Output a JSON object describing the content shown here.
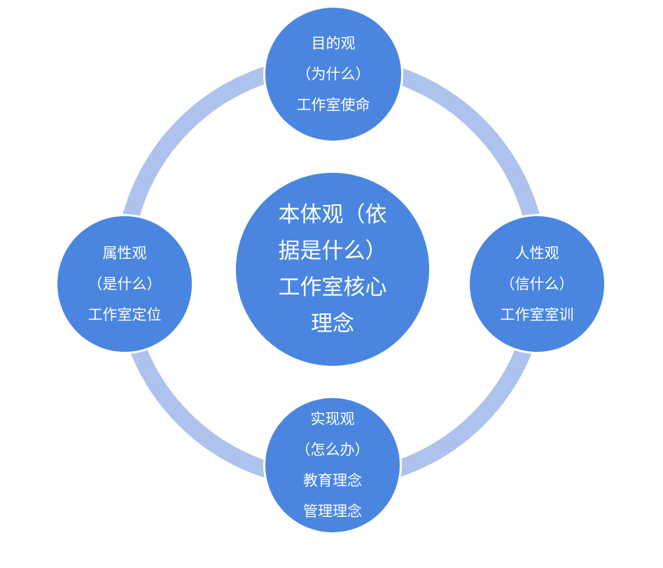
{
  "colors": {
    "ring": "#aec2ee",
    "node_fill": "#4a86e0",
    "node_border": "#ffffff",
    "text": "#ffffff"
  },
  "center": {
    "lines": [
      "本体观（依",
      "据是什么）",
      "工作室核心",
      "理念"
    ]
  },
  "top": {
    "lines": [
      "目的观",
      "（为什么）",
      "工作室使命"
    ]
  },
  "left": {
    "lines": [
      "属性观",
      "（是什么）",
      "工作室定位"
    ]
  },
  "right": {
    "lines": [
      "人性观",
      "（信什么）",
      "工作室室训"
    ]
  },
  "bottom": {
    "lines": [
      "实现观",
      "（怎么办）",
      "教育理念",
      "管理理念"
    ]
  }
}
